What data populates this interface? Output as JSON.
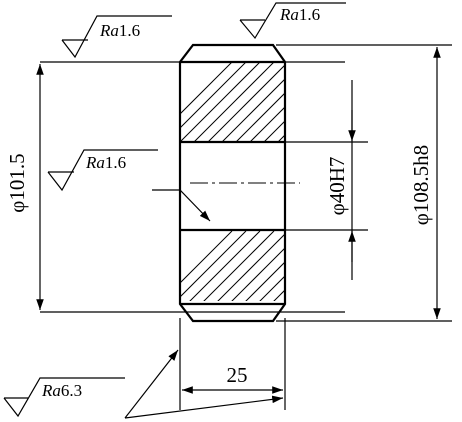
{
  "roughness": {
    "top_left": {
      "label": "Ra",
      "value": "1.6"
    },
    "top_center": {
      "label": "Ra",
      "value": "1.6"
    },
    "bore": {
      "label": "Ra",
      "value": "1.6"
    },
    "bottom": {
      "label": "Ra",
      "value": "6.3"
    }
  },
  "dimensions": {
    "left_diameter": "φ101.5",
    "bore_diameter": "φ40H7",
    "outer_diameter": "φ108.5h8",
    "width": "25"
  }
}
